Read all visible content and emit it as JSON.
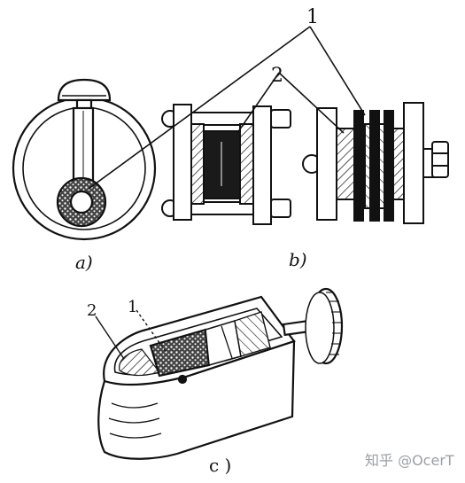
{
  "labels": {
    "callout_1_top": "1",
    "callout_2_top": "2",
    "callout_1_c": "1",
    "callout_2_c": "2",
    "caption_a": "a)",
    "caption_b": "b)",
    "caption_c": "c )"
  },
  "watermark": "知乎 @OcerT",
  "colors": {
    "ink": "#111111",
    "paper": "#ffffff",
    "watermark": "#9aa0a6"
  }
}
